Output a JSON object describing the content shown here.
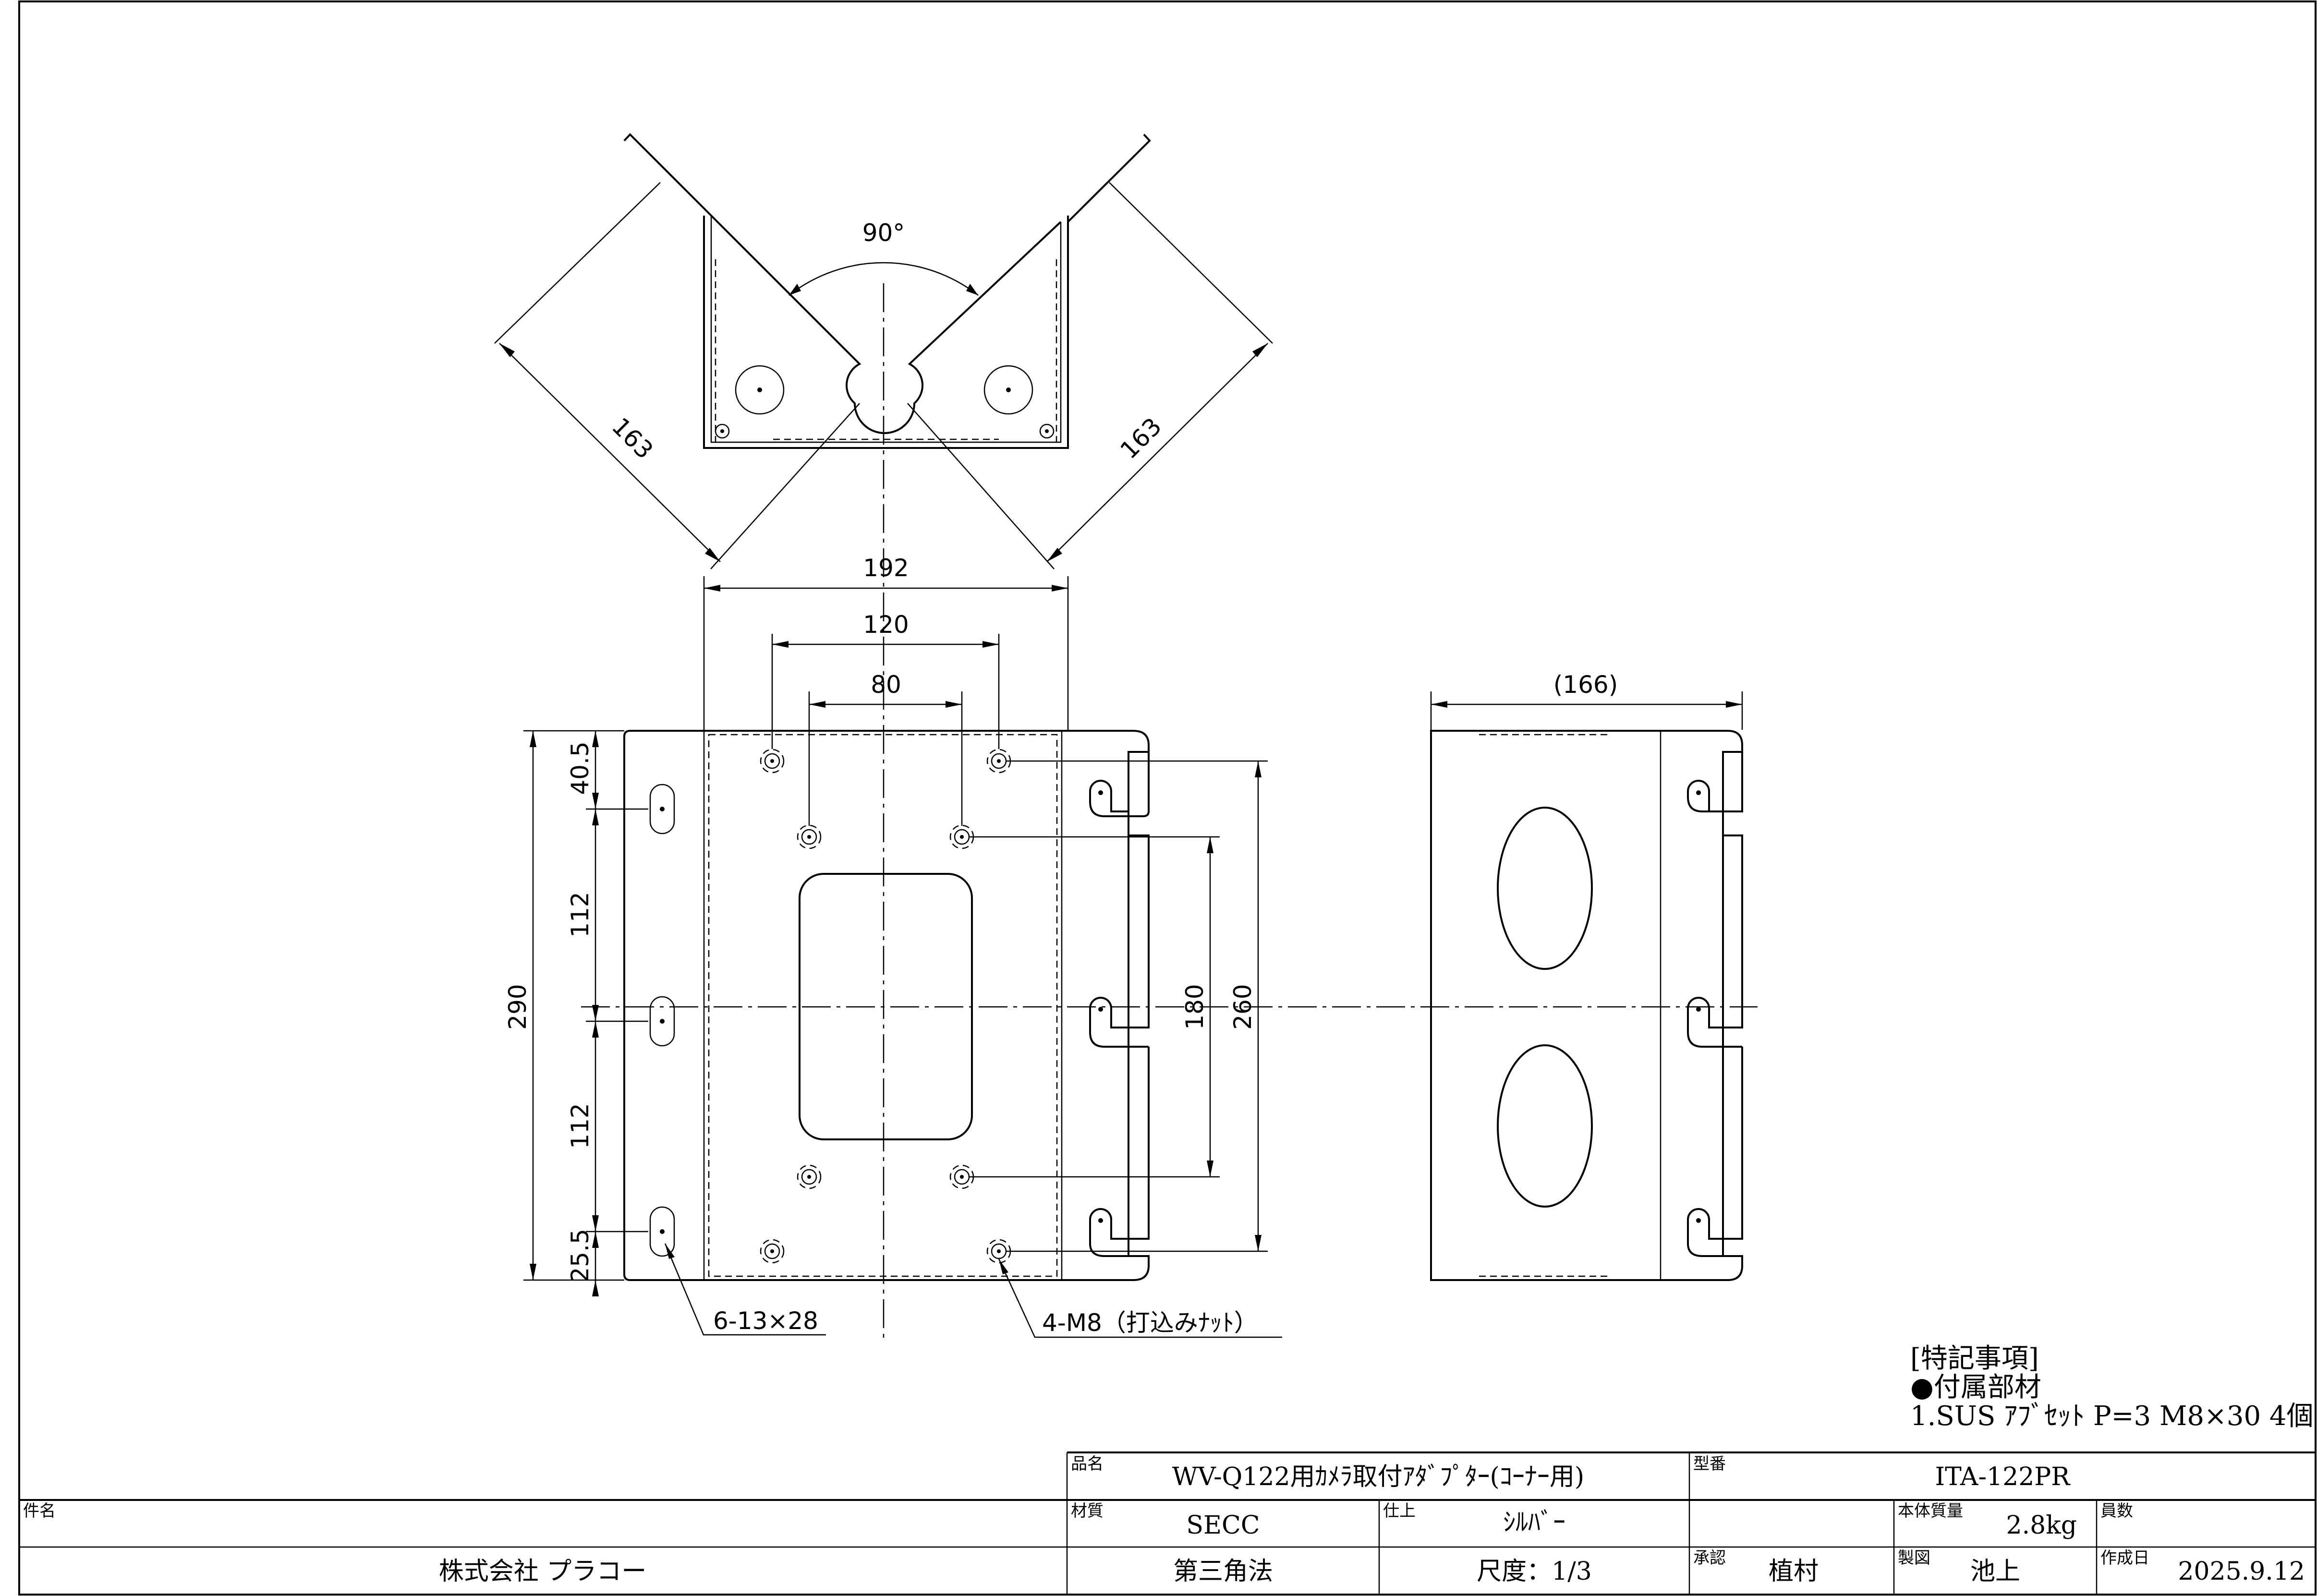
{
  "dimensions": {
    "angle": "90°",
    "diag_left": "163",
    "diag_right": "163",
    "width_192": "192",
    "width_120": "120",
    "width_80": "80",
    "side_width": "(166)",
    "height_290": "290",
    "v_40_5": "40.5",
    "v_112_top": "112",
    "v_112_bottom": "112",
    "v_25_5": "25.5",
    "h_180": "180",
    "h_260": "260"
  },
  "callouts": {
    "slots": "6-13×28",
    "nuts": "4-M8（打込みﾅｯﾄ）"
  },
  "notes": {
    "title": "[特記事項]",
    "accessories": "●付属部材",
    "item1": "1.SUS ｱﾌﾞｾｯﾄ P=3 M8×30 4個"
  },
  "title_block": {
    "product_name_label": "品名",
    "product_name": "WV-Q122用ｶﾒﾗ取付ｱﾀﾞﾌﾟﾀｰ(ｺｰﾅｰ用)",
    "model_label": "型番",
    "model": "ITA-122PR",
    "subject_label": "件名",
    "material_label": "材質",
    "material": "SECC",
    "finish_label": "仕上",
    "finish": "ｼﾙﾊﾞｰ",
    "weight_label": "本体質量",
    "weight": "2.8kg",
    "staff_label": "員数",
    "company": "株式会社 プラコー",
    "projection": "第三角法",
    "scale": "尺度：1/3",
    "approved_label": "承認",
    "approved": "植村",
    "drawn_label": "製図",
    "drawn": "池上",
    "date_label": "作成日",
    "date": "2025.9.12"
  }
}
